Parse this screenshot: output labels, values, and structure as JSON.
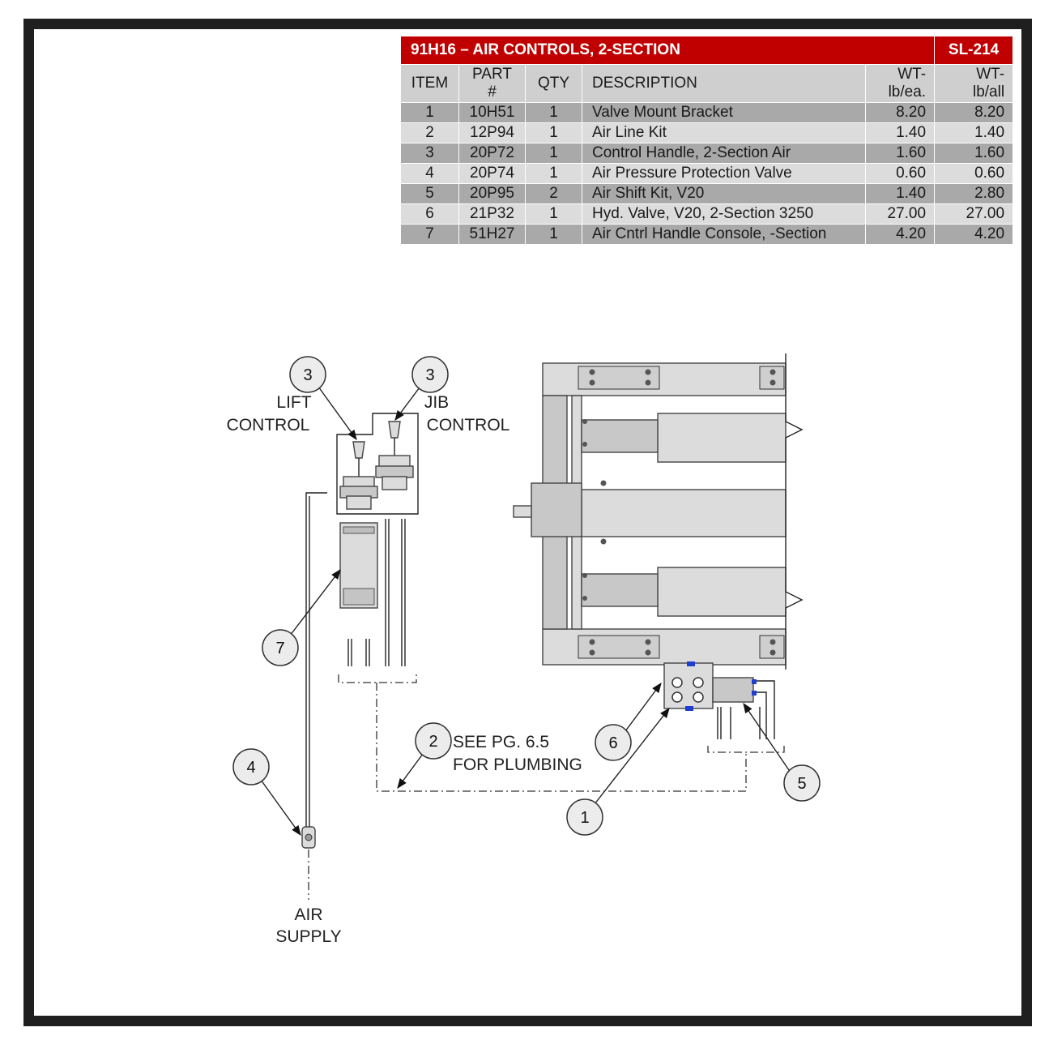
{
  "table": {
    "title": "91H16 – AIR CONTROLS, 2-SECTION",
    "code": "SL-214",
    "headers": {
      "item": "ITEM",
      "part_1": "PART",
      "part_2": "#",
      "qty": "QTY",
      "description": "DESCRIPTION",
      "wt_ea_1": "WT-",
      "wt_ea_2": "lb/ea.",
      "wt_all_1": "WT-",
      "wt_all_2": "lb/all"
    },
    "rows": [
      {
        "item": "1",
        "part": "10H51",
        "qty": "1",
        "description": "Valve Mount Bracket",
        "wt_ea": "8.20",
        "wt_all": "8.20"
      },
      {
        "item": "2",
        "part": "12P94",
        "qty": "1",
        "description": "Air Line Kit",
        "wt_ea": "1.40",
        "wt_all": "1.40"
      },
      {
        "item": "3",
        "part": "20P72",
        "qty": "1",
        "description": "Control Handle, 2-Section Air",
        "wt_ea": "1.60",
        "wt_all": "1.60"
      },
      {
        "item": "4",
        "part": "20P74",
        "qty": "1",
        "description": "Air Pressure Protection Valve",
        "wt_ea": "0.60",
        "wt_all": "0.60"
      },
      {
        "item": "5",
        "part": "20P95",
        "qty": "2",
        "description": "Air Shift Kit, V20",
        "wt_ea": "1.40",
        "wt_all": "2.80"
      },
      {
        "item": "6",
        "part": "21P32",
        "qty": "1",
        "description": "Hyd. Valve, V20, 2-Section 3250",
        "wt_ea": "27.00",
        "wt_all": "27.00"
      },
      {
        "item": "7",
        "part": "51H27",
        "qty": "1",
        "description": "Air Cntrl Handle Console, -Section",
        "wt_ea": "4.20",
        "wt_all": "4.20"
      }
    ]
  },
  "diagram": {
    "labels": {
      "lift_1": "LIFT",
      "lift_2": "CONTROL",
      "jib_1": "JIB",
      "jib_2": "CONTROL",
      "see_1": "SEE PG. 6.5",
      "see_2": "FOR PLUMBING",
      "air_1": "AIR",
      "air_2": "SUPPLY"
    },
    "callouts": {
      "lift_handle": "3",
      "jib_handle": "3",
      "console": "7",
      "air_line": "2",
      "pressure_valve": "4",
      "hyd_valve": "6",
      "shift_kit": "5",
      "bracket": "1"
    }
  },
  "colors": {
    "title_bar": "#c00000",
    "header": "#cfcfcf",
    "row_dark": "#a9a9a9",
    "row_light": "#dcdcdc",
    "frame": "#1f1f1f",
    "fitting_blue": "#1f3fd0"
  }
}
